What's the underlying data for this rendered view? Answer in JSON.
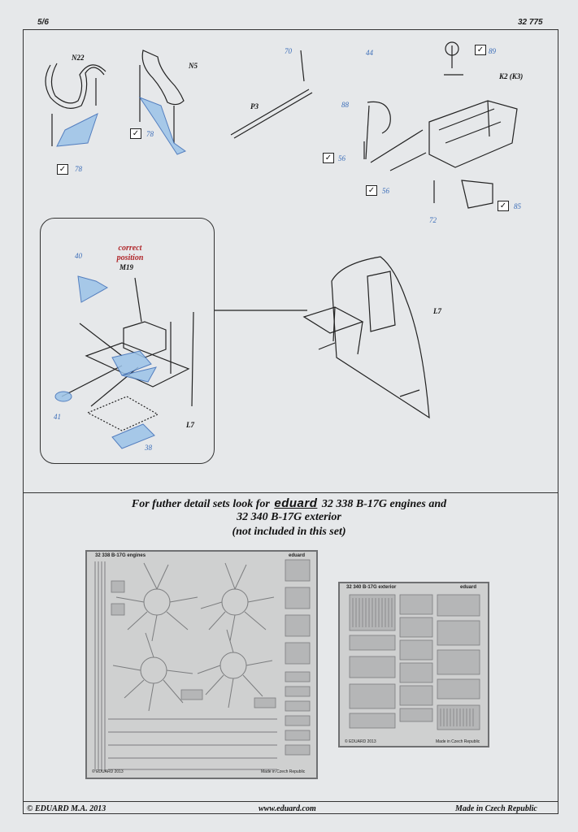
{
  "header": {
    "page": "5/6",
    "set_number": "32 775"
  },
  "parts": {
    "n22": "N22",
    "n5": "N5",
    "p3": "P3",
    "k2": "K2 (K3)",
    "m19": "M19",
    "l7a": "L7",
    "l7b": "L7",
    "correct_position": "correct position"
  },
  "numbers": {
    "n70": "70",
    "n44": "44",
    "n88": "88",
    "n89": "89",
    "n78a": "78",
    "n78b": "78",
    "n56a": "56",
    "n56b": "56",
    "n72": "72",
    "n85": "85",
    "n40": "40",
    "n41": "41",
    "n38": "38"
  },
  "promo": {
    "line1_pre": "For futher detail sets look for",
    "brand": "eduard",
    "line1_post": "32 338 B-17G engines and",
    "line2": "32 340 B-17G exterior",
    "line3": "(not included in this set)"
  },
  "fret1": {
    "label": "32 338  B-17G engines",
    "brand": "eduard",
    "copyright": "© EDUARD 2013",
    "made": "Made in Czech Republic"
  },
  "fret2": {
    "label": "32 340  B-17G exterior",
    "brand": "eduard",
    "copyright": "© EDUARD 2013",
    "made": "Made in Czech Republic"
  },
  "footer": {
    "left": "© EDUARD  M.A. 2013",
    "center": "www.eduard.com",
    "right": "Made in Czech Republic"
  },
  "colors": {
    "part_blue": "#3b6db8",
    "paper": "#e6e8ea",
    "red_note": "#b0262a"
  }
}
